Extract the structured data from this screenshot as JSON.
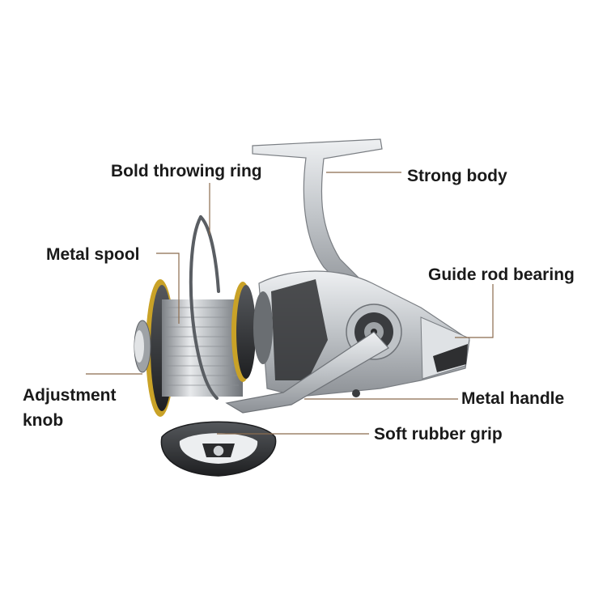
{
  "labels": {
    "bold_throwing_ring": "Bold throwing ring",
    "strong_body": "Strong body",
    "metal_spool": "Metal spool",
    "guide_rod_bearing": "Guide rod bearing",
    "adjustment_knob_line1": "Adjustment",
    "adjustment_knob_line2": "knob",
    "metal_handle": "Metal handle",
    "soft_rubber_grip": "Soft rubber grip"
  },
  "colors": {
    "leader_line": "#8b6b4e",
    "text": "#1a1a1a",
    "body_silver": "#c9cdd1",
    "dark_metal": "#2f3033",
    "gold_trim": "#c9a227"
  },
  "subject": "spinning-fishing-reel-icon"
}
